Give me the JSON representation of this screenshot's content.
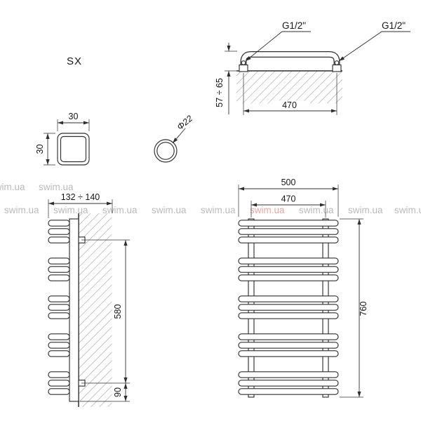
{
  "page": {
    "background": "#ffffff",
    "line_color": "#2f2f2f",
    "text_color": "#161616"
  },
  "labels": {
    "model": "SX",
    "top_view": {
      "g_left": "G1/2\"",
      "g_right": "G1/2\"",
      "wall_distance": "57 ÷ 65",
      "axis_width": "470"
    },
    "profile": {
      "width": "30",
      "height": "30"
    },
    "tube": {
      "diameter": "Φ22"
    },
    "side_view": {
      "depth": "132 ÷ 140",
      "mount_span": "580",
      "bottom_offset": "90"
    },
    "front_view": {
      "overall_width": "500",
      "axis_width": "470",
      "overall_height": "760"
    }
  },
  "watermark": {
    "text": "swim.ua",
    "color": "#a9a9a9",
    "accent_color": "#de9191"
  }
}
